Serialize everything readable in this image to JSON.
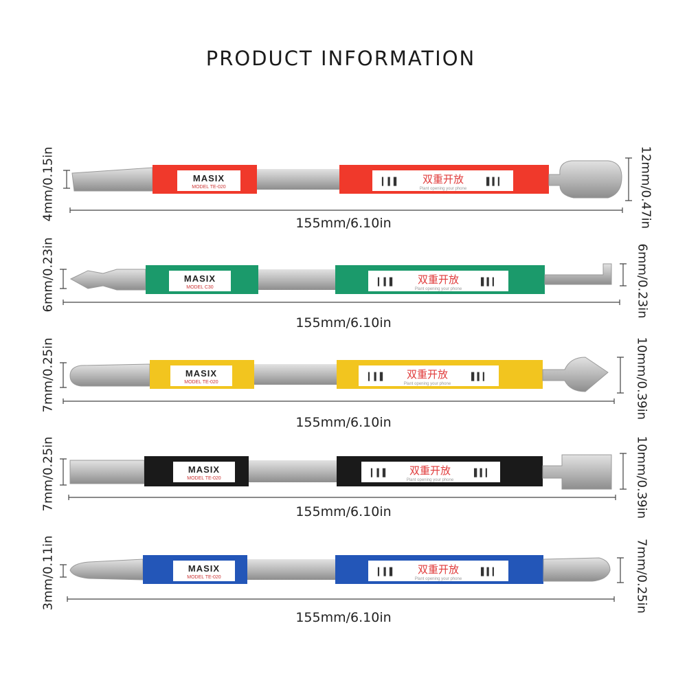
{
  "title": "PRODUCT INFORMATION",
  "brand": "MASIX",
  "tagline": "Plant opening your phone",
  "cjk_text": "双重开放",
  "tools": [
    {
      "color": "#f0392b",
      "model": "MODEL TE-020",
      "left_dim": "4mm/0.15in",
      "right_dim": "12mm/0.47in",
      "length": "155mm/6.10in"
    },
    {
      "color": "#1b9a6b",
      "model": "MODEL C30",
      "left_dim": "6mm/0.23in",
      "right_dim": "6mm/0.23in",
      "length": "155mm/6.10in"
    },
    {
      "color": "#f2c51f",
      "model": "MODEL TE-020",
      "left_dim": "7mm/0.25in",
      "right_dim": "10mm/0.39in",
      "length": "155mm/6.10in"
    },
    {
      "color": "#1a1a1a",
      "model": "MODEL TE-020",
      "left_dim": "7mm/0.25in",
      "right_dim": "10mm/0.39in",
      "length": "155mm/6.10in"
    },
    {
      "color": "#2356b8",
      "model": "MODEL TE-020",
      "left_dim": "3mm/0.11in",
      "right_dim": "7mm/0.25in",
      "length": "155mm/6.10in"
    }
  ]
}
